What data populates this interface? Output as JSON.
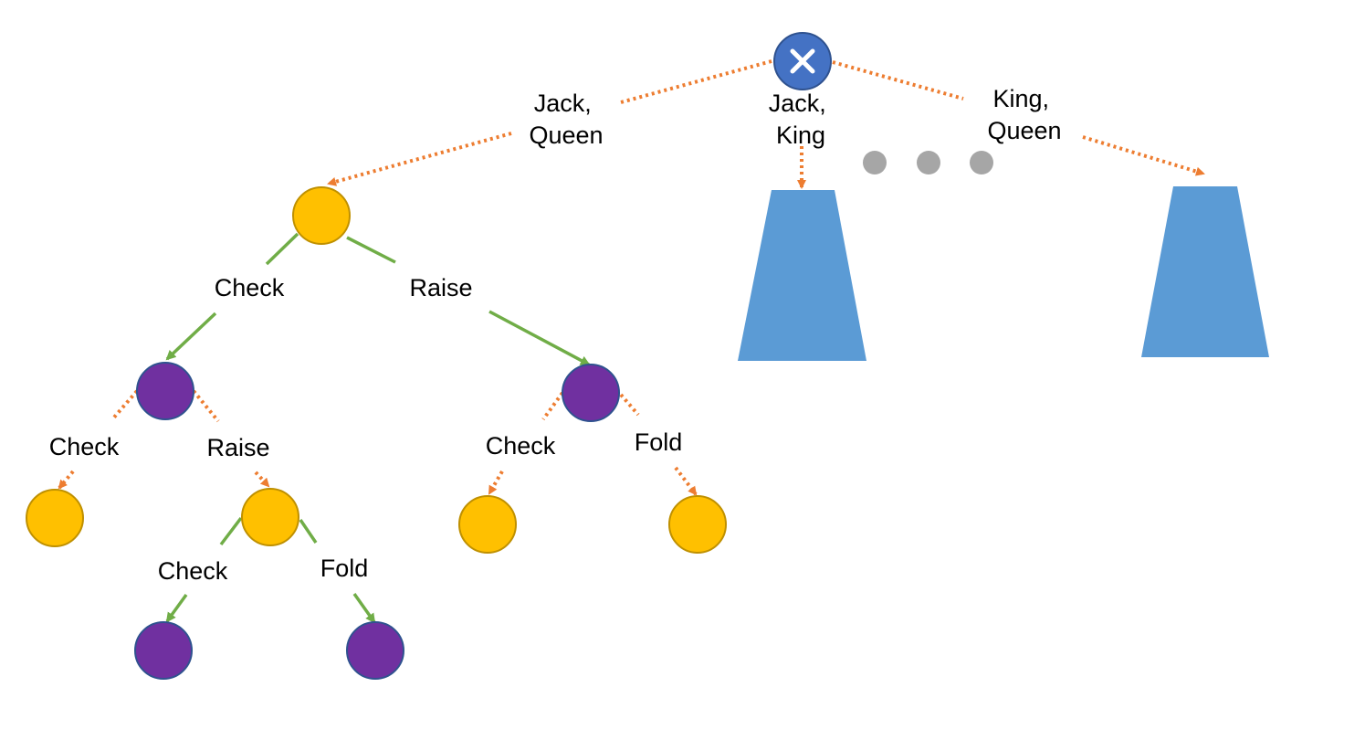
{
  "colors": {
    "chance_node": "#4472C4",
    "player1_node": "#FFC000",
    "player2_node": "#7030A0",
    "subtree": "#5B9BD5",
    "chance_edge": "#ED7D31",
    "action_edge": "#70AD47",
    "ellipsis_dot": "#A6A6A6"
  },
  "root": {
    "icon": "close-icon",
    "symbol": "✕"
  },
  "deals": {
    "left": [
      "Jack,",
      "Queen"
    ],
    "middle": [
      "Jack,",
      "King"
    ],
    "right": [
      "King,",
      "Queen"
    ]
  },
  "actions": {
    "p1_check": "Check",
    "p1_raise": "Raise",
    "p2a_check": "Check",
    "p2a_raise": "Raise",
    "p2b_check": "Check",
    "p2b_fold": "Fold",
    "p1b_check": "Check",
    "p1b_fold": "Fold"
  }
}
